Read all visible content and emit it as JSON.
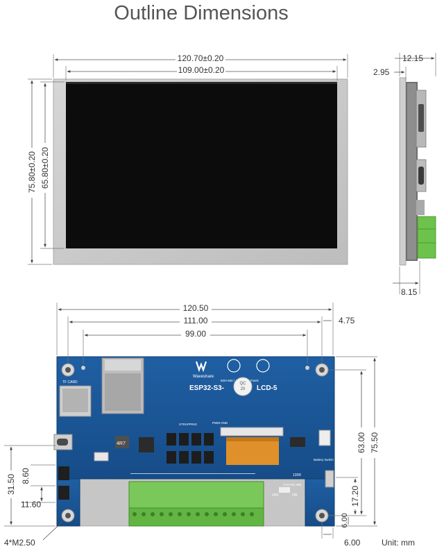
{
  "title": "Outline Dimensions",
  "front_view": {
    "outer_width": "120.70±0.20",
    "active_width": "109.00±0.20",
    "outer_height": "75.80±0.20",
    "active_height": "65.80±0.20"
  },
  "side_view": {
    "total_thickness": "12.15",
    "panel_thickness": "2.95",
    "bottom_offset": "8.15"
  },
  "back_view": {
    "board_width": "120.50",
    "hole_span_outer": "111.00",
    "hole_span_inner": "99.00",
    "right_offset": "4.75",
    "board_height": "75.50",
    "hole_span_vertical": "63.00",
    "bottom_hole_offset": "6.00",
    "right_hole_offset": "6.00",
    "switch_height": "17.20",
    "left_total": "31.50",
    "left_upper": "8.60",
    "left_lower": "11.60",
    "mount_hole_spec": "4*M2.50",
    "unit_label": "Unit: mm"
  },
  "board_labels": {
    "brand": "Waveshare",
    "model": "ESP32-S3-",
    "model_suffix": "LCD-5",
    "resolution": "800×480 / 1024×600 Pixels",
    "tf_card": "TF CARD",
    "pwm_gnd": "PWM GND",
    "strapping": "STRAPPING",
    "battery_switch": "Battery Switch",
    "res_label": "120R",
    "inductor": "4R7",
    "badge_top": "QC",
    "badge_bottom": "20",
    "off_label": "OFF",
    "on_label": "ON",
    "can_label": "CAN RS-485"
  }
}
